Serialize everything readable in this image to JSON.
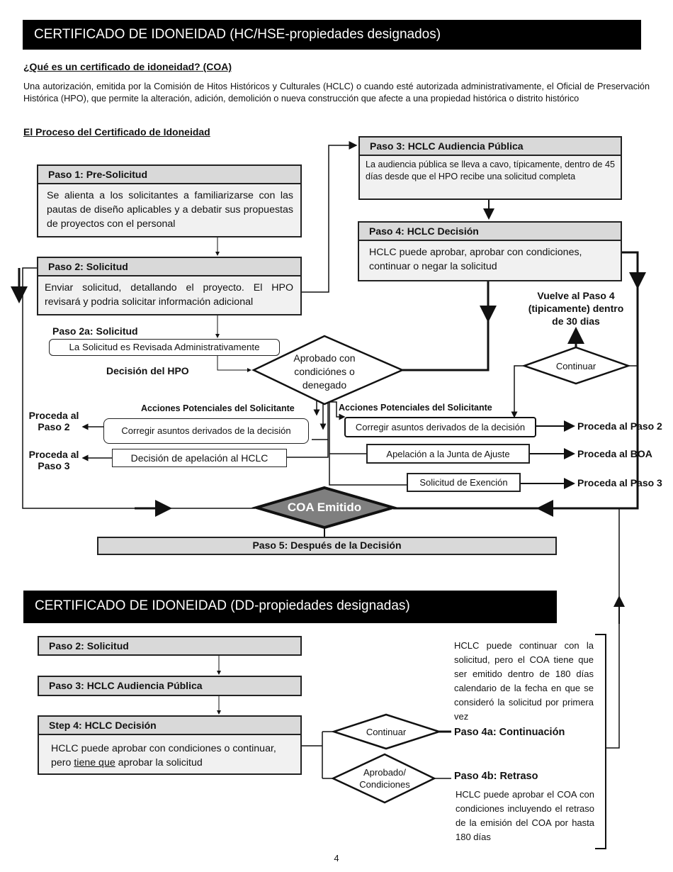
{
  "top": {
    "banner": "CERTIFICADO DE IDONEIDAD (HC/HSE-propiedades designados)",
    "question": "¿Qué es un certificado de idoneidad? (COA)",
    "definition": "Una autorización, emitida por la Comisión de Hitos Históricos y Culturales (HCLC) o cuando esté autorizada administrativamente, el Oficial de Preservación Histórica (HPO), que permite la alteración, adición, demolición o nueva construcción que afecte a una propiedad histórica o distrito histórico",
    "process_title": "El Proceso del Certificado de Idoneidad",
    "step1": {
      "title": "Paso 1: Pre-Solicitud",
      "body": "Se alienta a los solicitantes a familiarizarse con las pautas de diseño aplicables y a debatir sus propuestas de proyectos con el personal"
    },
    "step2": {
      "title": "Paso 2: Solicitud",
      "body": "Enviar solicitud, detallando el proyecto. El HPO revisará y podria solicitar información adicional"
    },
    "step2a": {
      "title": "Paso 2a: Solicitud",
      "body": "La Solicitud es Revisada Administrativamente"
    },
    "hpo_decision": "Decisión del HPO",
    "step3": {
      "title": "Paso 3: HCLC Audiencia Pública",
      "body": "La audiencia pública se lleva a cavo, típicamente, dentro de 45 días desde que el HPO recibe una solicitud completa"
    },
    "step4": {
      "title": "Paso 4: HCLC Decisión",
      "body": "HCLC puede aprobar, aprobar con condiciones, continuar o negar la solicitud"
    },
    "return_note": "Vuelve al Paso 4 (tipicamente) dentro de 30 dias",
    "diamond_main": "Aprobado con condiciónes o denegado",
    "diamond_continue": "Continuar",
    "left_actions": {
      "heading": "Acciones Potenciales del Solicitante",
      "correct": "Corregir asuntos derivados de la decisión",
      "appeal": "Decisión de apelación al HCLC",
      "to_step2": "Proceda al Paso 2",
      "to_step3": "Proceda al Paso 3"
    },
    "right_actions": {
      "heading": "Acciones Potenciales del Solicitante",
      "correct": "Corregir asuntos derivados de la decisión",
      "appeal_board": "Apelación a la Junta de Ajuste",
      "exemption": "Solicitud de Exención",
      "to_step2": "Proceda al Paso 2",
      "to_boa": "Proceda al BOA",
      "to_step3": "Proceda al Paso 3"
    },
    "coa_issued": "COA Emitido",
    "step5": "Paso 5: Después de la Decisión"
  },
  "bottom": {
    "banner": "CERTIFICADO DE IDONEIDAD (DD-propiedades designadas)",
    "step2": "Paso 2: Solicitud",
    "step3": "Paso 3: HCLC Audiencia Pública",
    "step4": {
      "title": "Step 4: HCLC Decisión",
      "body_before": "HCLC puede aprobar con condiciones o continuar, pero ",
      "body_underlined": "tiene que",
      "body_after": " aprobar la solicitud"
    },
    "diamond_continue": "Continuar",
    "diamond_approved": "Aprobado/ Condiciones",
    "note_continue": "HCLC puede continuar con la solicitud, pero el COA tiene que ser emitido dentro de 180 días calendario de la fecha en que se consideró la solicitud por primera vez",
    "step4a": "Paso 4a: Continuación",
    "step4b": "Paso 4b: Retraso",
    "note_delay": "HCLC puede aprobar el COA con condiciones incluyendo el retraso de la emisión del COA por hasta 180 días"
  },
  "page_number": "4"
}
